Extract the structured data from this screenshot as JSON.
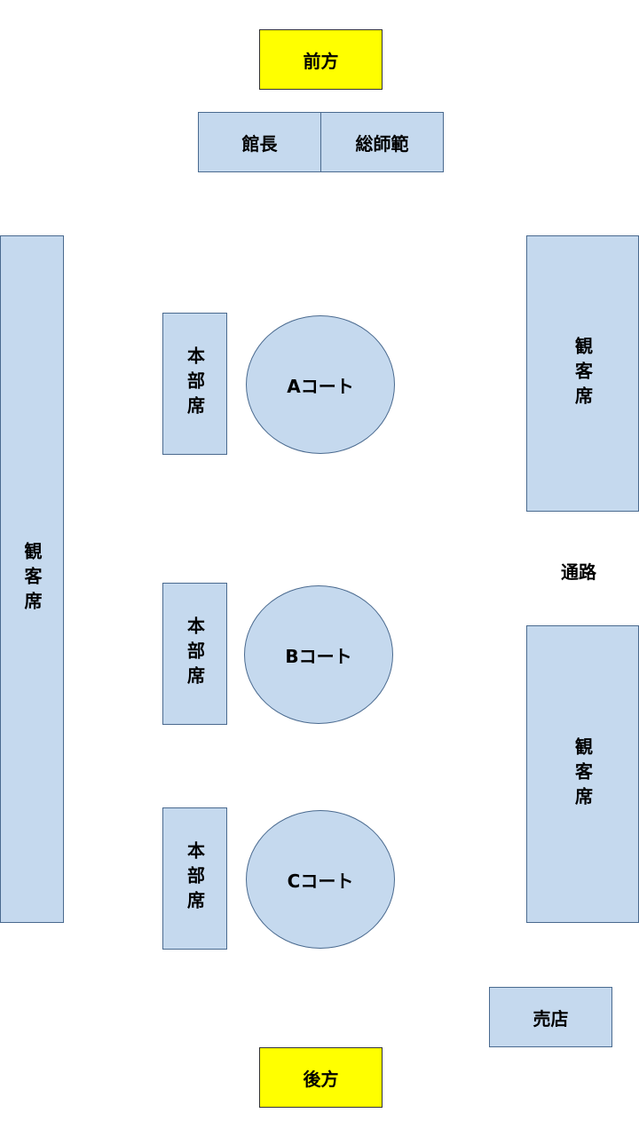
{
  "front": "前方",
  "back": "後方",
  "kancho": "館長",
  "soshihan": "総師範",
  "audience_label": "観客席",
  "honbu_label": "本部席",
  "courts": [
    "Aコート",
    "Bコート",
    "Cコート"
  ],
  "passage": "通路",
  "shop": "売店",
  "colors": {
    "seat_fill": "#c5d9ee",
    "seat_border": "#4a6a8f",
    "highlight": "#ffff00"
  }
}
